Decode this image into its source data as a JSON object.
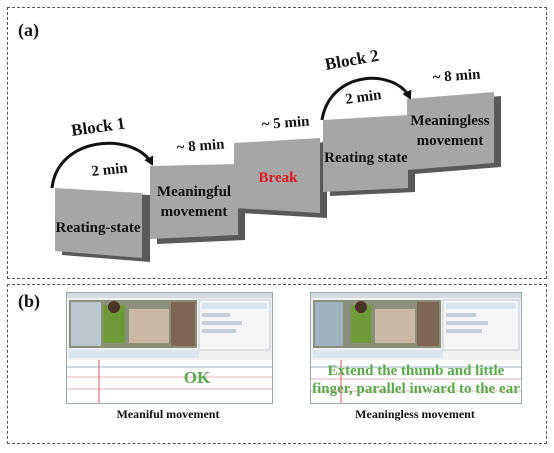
{
  "panel_a": {
    "label": "(a)",
    "block1": {
      "label": "Block 1",
      "arc_duration": "2 min"
    },
    "block2": {
      "label": "Block 2",
      "arc_duration": "2 min"
    },
    "boxes": [
      {
        "lines": [
          "Reating-state"
        ],
        "duration": ""
      },
      {
        "lines": [
          "Meaningful",
          "movement"
        ],
        "duration": "~ 8 min"
      },
      {
        "lines": [
          "Break"
        ],
        "duration": "~ 5 min"
      },
      {
        "lines": [
          "Reating state"
        ],
        "duration": ""
      },
      {
        "lines": [
          "Meaningless",
          "movement"
        ],
        "duration": "~ 8 min"
      }
    ],
    "colors": {
      "box_face": "#a6a6a6",
      "box_shadow": "#595959",
      "break_text": "#e0151b"
    }
  },
  "panel_b": {
    "label": "(b)",
    "left": {
      "overlay": "OK",
      "caption": "Meaniful movement"
    },
    "right": {
      "overlay_lines": [
        "Extend the thumb and little",
        "finger, parallel inward to the ear"
      ],
      "caption": "Meaningless movement"
    },
    "colors": {
      "overlay_text": "#57a848"
    }
  }
}
